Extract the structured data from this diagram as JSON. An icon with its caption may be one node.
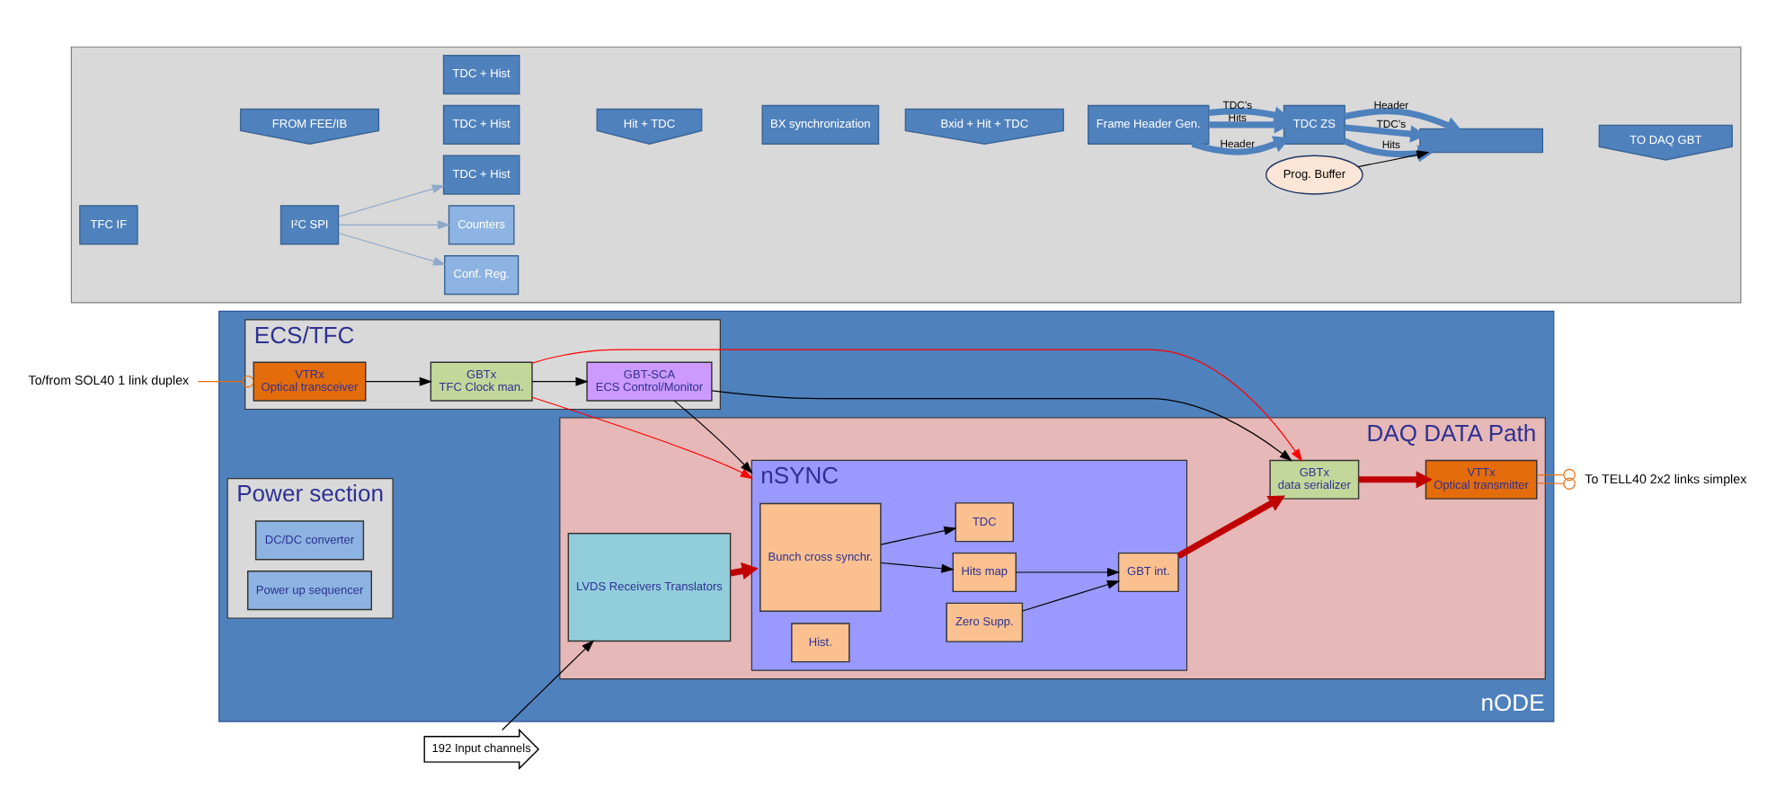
{
  "diagram": {
    "nodes": [
      {
        "text": [
          "nODE"
        ]
      },
      {
        "text": [
          "DAQ DATA Path"
        ],
        "in": 0
      },
      {
        "text": [
          "192 Input channels"
        ]
      },
      {
        "text": [
          "LVDS Receivers Translators"
        ],
        "in": 1
      },
      {
        "text": [
          "nSYNC"
        ],
        "in": 1
      },
      {
        "text": [
          "Bunch cross synchr."
        ],
        "in": 4
      },
      {
        "text": [
          "Hits map"
        ],
        "in": 4
      },
      {
        "text": [
          "Hist."
        ],
        "in": 4
      },
      {
        "text": [
          "TDC"
        ],
        "in": 4
      },
      {
        "text": [
          "Zero Supp."
        ],
        "in": 4
      },
      {
        "text": [
          "GBT int."
        ],
        "in": 4
      },
      {
        "text": [
          "GBTx",
          "data serializer"
        ],
        "in": 1
      },
      {
        "text": [
          "VTTx",
          "Optical transmitter"
        ],
        "in": 1
      },
      {
        "text": [
          "To TELL40 2x2 links simplex"
        ]
      },
      {
        "text": [
          "ECS/TFC"
        ],
        "in": 0
      },
      {
        "text": [
          "VTRx",
          "Optical transceiver"
        ],
        "in": 14
      },
      {
        "text": [
          "GBTx",
          "TFC Clock man."
        ],
        "in": 14
      },
      {
        "text": [
          "GBT-SCA",
          "ECS Control/Monitor"
        ],
        "in": 14
      },
      {
        "text": [
          "Power section"
        ],
        "in": 0
      },
      {
        "text": [
          "DC/DC converter"
        ],
        "in": 18
      },
      {
        "text": [
          "Power up sequencer"
        ],
        "in": 18
      },
      {
        "text": [
          "To/from SOL40 1 link duplex"
        ]
      },
      {
        "text": [],
        "shape": "box"
      },
      {
        "text": [
          "FROM FEE/IB"
        ],
        "in": 22
      },
      {
        "text": [
          "TDC + Hist"
        ],
        "in": 22
      },
      {
        "text": [
          "TDC + Hist"
        ],
        "in": 22
      },
      {
        "text": [
          "TDC + Hist"
        ],
        "in": 22
      },
      {
        "text": [
          "Hit + TDC"
        ],
        "in": 22
      },
      {
        "text": [
          "BX synchronization"
        ],
        "in": 22
      },
      {
        "text": [
          "Bxid + Hit + TDC"
        ],
        "in": 22
      },
      {
        "text": [
          "Frame Header Gen."
        ],
        "in": 22
      },
      {
        "text": [
          "TDC ZS"
        ],
        "in": 22
      },
      {
        "text": [],
        "shape": "bar",
        "in": 22
      },
      {
        "text": [
          "TO DAQ GBT"
        ],
        "in": 22
      },
      {
        "text": [
          "Conf. Reg."
        ],
        "in": 22
      },
      {
        "text": [
          "Counters"
        ],
        "in": 22
      },
      {
        "text": [
          "I²C SPI"
        ],
        "in": 22
      },
      {
        "text": [
          "TFC IF"
        ],
        "in": 22
      },
      {
        "text": [
          "Prog. Buffer"
        ],
        "in": 22
      }
    ],
    "edges": [
      {
        "from": 2,
        "to": 3,
        "arrow": "to"
      },
      {
        "from": 3,
        "to": 4,
        "arrow": "to",
        "style": "thick",
        "color": "#c00000"
      },
      {
        "from": 5,
        "to": 6,
        "arrow": "to"
      },
      {
        "from": 5,
        "to": 8,
        "arrow": "to"
      },
      {
        "from": 6,
        "to": 10,
        "arrow": "to"
      },
      {
        "from": 9,
        "to": 10,
        "arrow": "to"
      },
      {
        "from": 10,
        "to": 11,
        "arrow": "to",
        "style": "thick",
        "color": "#c00000"
      },
      {
        "from": 11,
        "to": 12,
        "arrow": "to",
        "style": "thick",
        "color": "#c00000"
      },
      {
        "from": 12,
        "to": 13,
        "arrow": "other",
        "color": "#e46c0a"
      },
      {
        "from": 12,
        "to": 13,
        "arrow": "other",
        "color": "#e46c0a"
      },
      {
        "from": 21,
        "to": 15,
        "arrow": "other",
        "color": "#e46c0a"
      },
      {
        "from": 15,
        "to": 16,
        "arrow": "to"
      },
      {
        "from": 16,
        "to": 17,
        "arrow": "to"
      },
      {
        "from": 16,
        "to": 4,
        "arrow": "to",
        "color": "#ff0000"
      },
      {
        "from": 16,
        "to": 11,
        "arrow": "to",
        "color": "#ff0000"
      },
      {
        "from": 17,
        "to": 4,
        "arrow": "to"
      },
      {
        "from": 17,
        "to": 11,
        "arrow": "to"
      },
      {
        "from": 30,
        "to": 31,
        "label": "Header",
        "arrow": "to",
        "style": "thick",
        "color": "#4f81bd"
      },
      {
        "from": 30,
        "to": 31,
        "label": "Hits",
        "arrow": "to",
        "style": "thick",
        "color": "#4f81bd"
      },
      {
        "from": 30,
        "to": 31,
        "label": "TDC’s",
        "arrow": "to",
        "style": "thick",
        "color": "#4f81bd"
      },
      {
        "from": 31,
        "to": 32,
        "label": "Header",
        "arrow": "to",
        "style": "thick",
        "color": "#4f81bd"
      },
      {
        "from": 31,
        "to": 32,
        "label": "Hits",
        "arrow": "to",
        "style": "thick",
        "color": "#4f81bd"
      },
      {
        "from": 31,
        "to": 32,
        "label": "TDC’s",
        "arrow": "to",
        "style": "thick",
        "color": "#4f81bd"
      },
      {
        "from": 38,
        "to": 32,
        "arrow": "to"
      },
      {
        "from": 36,
        "to": 26,
        "arrow": "to",
        "color": "#8ea9c8"
      },
      {
        "from": 36,
        "to": 34,
        "arrow": "to",
        "color": "#8ea9c8"
      },
      {
        "from": 36,
        "to": 35,
        "arrow": "to",
        "color": "#8ea9c8"
      }
    ]
  }
}
